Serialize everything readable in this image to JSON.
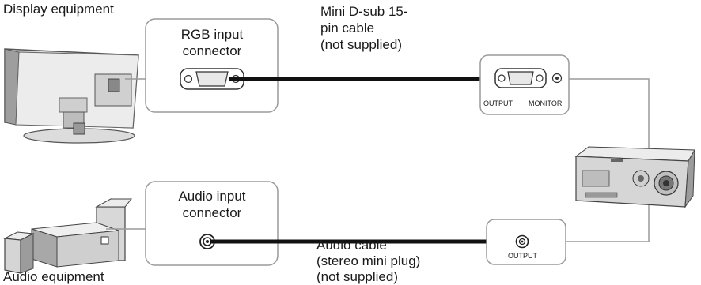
{
  "labels": {
    "display_equipment": "Display equipment",
    "audio_equipment": "Audio equipment",
    "rgb_connector_line1": "RGB input",
    "rgb_connector_line2": "connector",
    "audio_connector_line1": "Audio input",
    "audio_connector_line2": "connector",
    "vga_cable_line1": "Mini D-sub 15-",
    "vga_cable_line2": "pin cable",
    "vga_cable_line3": "(not supplied)",
    "audio_cable_line1": "Audio cable",
    "audio_cable_line2": "(stereo mini plug)",
    "audio_cable_line3": "(not supplied)",
    "output_label": "OUTPUT",
    "monitor_label": "MONITOR",
    "audio_output_label": "OUTPUT"
  },
  "colors": {
    "box_border": "#9a9a9a",
    "cable": "#111111",
    "device_light": "#e6e6e6",
    "device_mid": "#bdbdbd",
    "device_dark": "#555555"
  }
}
